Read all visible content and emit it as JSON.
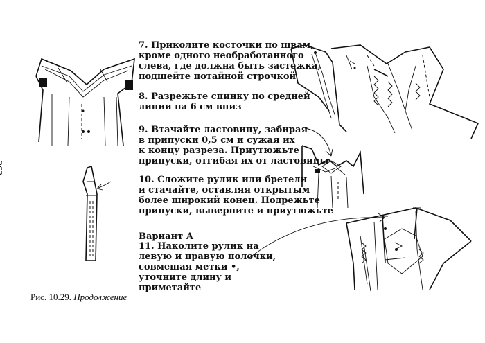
{
  "page_number": "263",
  "steps": [
    {
      "num": "7.",
      "text_lines": [
        "Приколите косточки по швам,",
        "кроме одного необработанного",
        "слева, где должна быть застежка,",
        "подшейте потайной строчкой"
      ]
    },
    {
      "num": "8.",
      "text_lines": [
        "Разрежьте спинку по средней",
        "линии на 6 см вниз"
      ]
    },
    {
      "num": "9.",
      "text_lines": [
        "Втачайте ластовицу, забирая",
        "в припуски 0,5 см и сужая их",
        "к концу разреза. Приутюжьте",
        "припуски, отгибая их от ластовицы"
      ]
    },
    {
      "num": "10.",
      "text_lines": [
        "Сложите рулик или бретели",
        "и стачайте, оставляя открытым",
        "более широкий конец. Подрежьте",
        "припуски, выверните и приутюжьте"
      ]
    },
    {
      "num": "11.",
      "text_lines": [
        "Наколите рулик на",
        "левую и правую полочки,",
        "совмещая метки  •,",
        "уточните длину и",
        "приметайте"
      ]
    }
  ],
  "variant_label": "Вариант А",
  "caption": {
    "prefix": "Рис. 10.29.",
    "italic": "Продолжение"
  }
}
